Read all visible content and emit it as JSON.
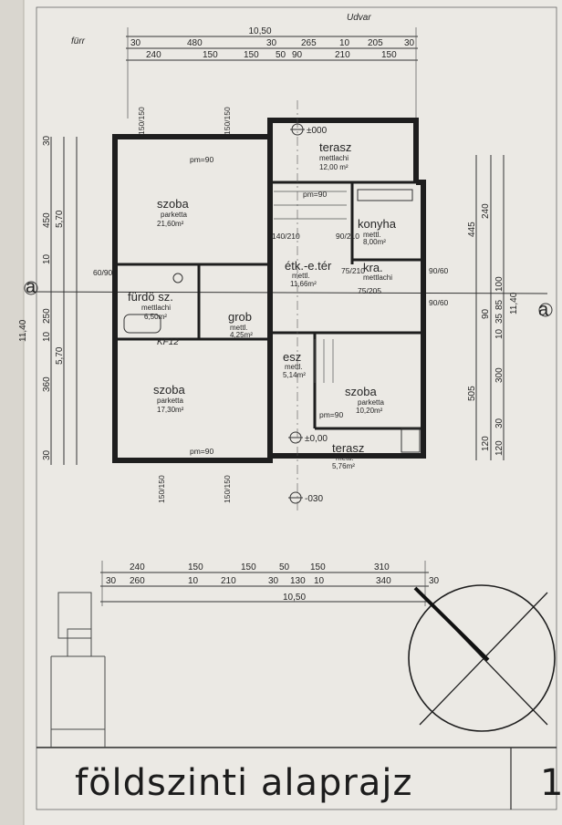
{
  "title": "földszinti alaprajz",
  "page_number": "1",
  "rooms": [
    {
      "name": "szoba",
      "floor": "parketta",
      "area": "21,60m²"
    },
    {
      "name": "terasz",
      "floor": "mettlachi",
      "area": "12,00 m²"
    },
    {
      "name": "konyha",
      "floor": "mettl.",
      "area": "8,00m²"
    },
    {
      "name": "étk.-e.tér",
      "floor": "mettl.",
      "area": "11,66m²"
    },
    {
      "name": "kra.",
      "floor": "mettlachi",
      "area": ""
    },
    {
      "name": "fürdö sz.",
      "floor": "mettlachi",
      "area": "6,50m²"
    },
    {
      "name": "grob",
      "floor": "mettl.",
      "area": "4,25m²"
    },
    {
      "name": "esz",
      "floor": "mettl.",
      "area": "5,14m²"
    },
    {
      "name": "szoba",
      "floor": "parketta",
      "area": "17,30m²"
    },
    {
      "name": "szoba",
      "floor": "parketta",
      "area": "10,20m²"
    },
    {
      "name": "terasz",
      "floor": "mettl.",
      "area": "5,76m²"
    }
  ],
  "levels": {
    "entry": "±000",
    "terrace": "±0,00",
    "ground": "-030"
  },
  "dims_top": {
    "overall": "10,50",
    "row1": [
      "30",
      "480",
      "30",
      "265",
      "10",
      "205",
      "30"
    ],
    "row2": [
      "240",
      "150",
      "150",
      "50",
      "90",
      "210",
      "150"
    ]
  },
  "dims_bottom": {
    "overall": "10,50",
    "row1": [
      "240",
      "150",
      "150",
      "50",
      "150",
      "310"
    ],
    "row2": [
      "30",
      "260",
      "10",
      "210",
      "30",
      "130",
      "10",
      "340",
      "30"
    ]
  },
  "dims_left": {
    "overall": "11,40",
    "outer": [
      "30",
      "450",
      "10",
      "250",
      "10",
      "360",
      "30"
    ],
    "inner": [
      "5,70",
      "5,70"
    ]
  },
  "dims_right": {
    "overall": "11,40",
    "outer": [
      "120",
      "240",
      "445",
      "505"
    ],
    "inner": [
      "100",
      "90",
      "85",
      "35",
      "10",
      "300",
      "30",
      "120"
    ]
  },
  "openings": {
    "pm": "pm=90",
    "sizes": [
      "150/150",
      "140/210",
      "90/210",
      "75/210",
      "60/90",
      "90/60",
      "75/205",
      "90/60"
    ]
  },
  "section_marker": "a",
  "notes": {
    "top": "Udvar",
    "corner": "fürr",
    "mid": "KF12"
  }
}
